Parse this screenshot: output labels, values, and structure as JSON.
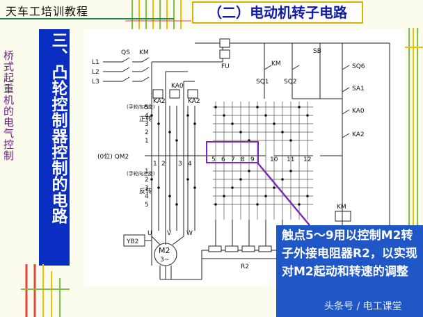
{
  "top_title": "天车工培训教程",
  "header": {
    "title": "（二）电动机转子电路"
  },
  "side_text": "桥式起重机的电气控制",
  "section_label": "三、凸轮控制器控制的电路",
  "callout": {
    "text": "触点5～9用以控制M2转子外接电阻器R2，以实现对M2起动和转速的调整"
  },
  "watermark": "头条号 / 电工课堂",
  "colors": {
    "accent_blue": "#0b2ec2",
    "callout_bg": "#1f57c6",
    "header_text": "#0e1aa8",
    "highlight_purple": "#7a2ab8"
  },
  "diagram": {
    "line_labels": [
      "L1",
      "L2",
      "L3"
    ],
    "qs": "QS",
    "km": "KM",
    "ka_labels": [
      "KA2",
      "KA0",
      "KA2"
    ],
    "fu": "FU",
    "sb": "SB",
    "controller": "(0位) QM2",
    "contact_numbers": [
      "1",
      "2",
      "3",
      "4",
      "5",
      "6",
      "7",
      "8",
      "9",
      "10",
      "11",
      "12"
    ],
    "forward_label": "正转",
    "reverse_label": "反转",
    "hand_right": "(手轮向右旋)",
    "hand_left": "(手轮向左旋)",
    "position_rows_top": [
      "5",
      "4",
      "3",
      "2",
      "1"
    ],
    "position_rows_bottom": [
      "1",
      "2",
      "3",
      "4",
      "5"
    ],
    "motor_terminals": [
      "U",
      "V",
      "W"
    ],
    "motor": "M2",
    "motor_sub": "3~",
    "brake": "YB2",
    "resistor": "R2",
    "sq_labels": [
      "SQ1",
      "SQ2"
    ],
    "right_labels": [
      "SQ6",
      "SA1",
      "KA0",
      "KA2",
      "KM"
    ],
    "km_coil": "KM"
  }
}
